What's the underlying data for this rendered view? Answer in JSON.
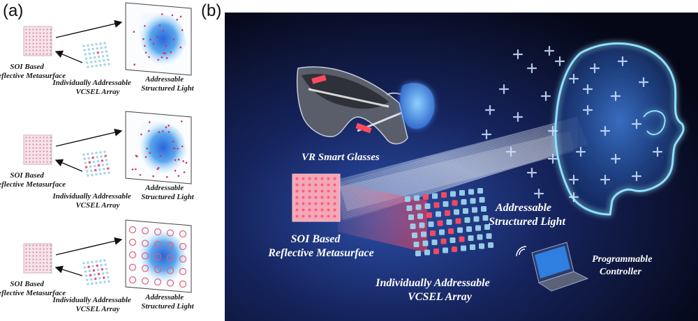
{
  "panels": {
    "a_label": "(a)",
    "b_label": "(b)"
  },
  "panel_a": {
    "rows": [
      {
        "metasurface": [
          "SOI Based",
          "Reflective Metasurface"
        ],
        "vcsel": [
          "Individually Addressable",
          "VCSEL Array"
        ],
        "light": [
          "Addressable",
          "Structured Light"
        ]
      },
      {
        "metasurface": [
          "SOI Based",
          "Reflective Metasurface"
        ],
        "vcsel": [
          "Individually Addressable",
          "VCSEL Array"
        ],
        "light": [
          "Addressable",
          "Structured Light"
        ]
      },
      {
        "metasurface": [
          "SOI Based",
          "Reflective Metasurface"
        ],
        "vcsel": [
          "Individually Addressable",
          "VCSEL Array"
        ],
        "light": [
          "Addressable",
          "Structured Light"
        ]
      }
    ]
  },
  "panel_b": {
    "glasses": "VR Smart Glasses",
    "metasurface": [
      "SOI Based",
      "Reflective Metasurface"
    ],
    "vcsel": [
      "Individually Addressable",
      "VCSEL Array"
    ],
    "light": [
      "Addressable",
      "Structured Light"
    ],
    "controller": [
      "Programmable",
      "Controller"
    ]
  },
  "colors": {
    "background_dark": "#0b0f2a",
    "background_glow": "#1d3a8a",
    "laser_red": "#ff4a5e",
    "hologram_blue": "#6fc8ff",
    "dot_pink": "#e0607a",
    "vcsel_blue": "#9ed3ea"
  }
}
